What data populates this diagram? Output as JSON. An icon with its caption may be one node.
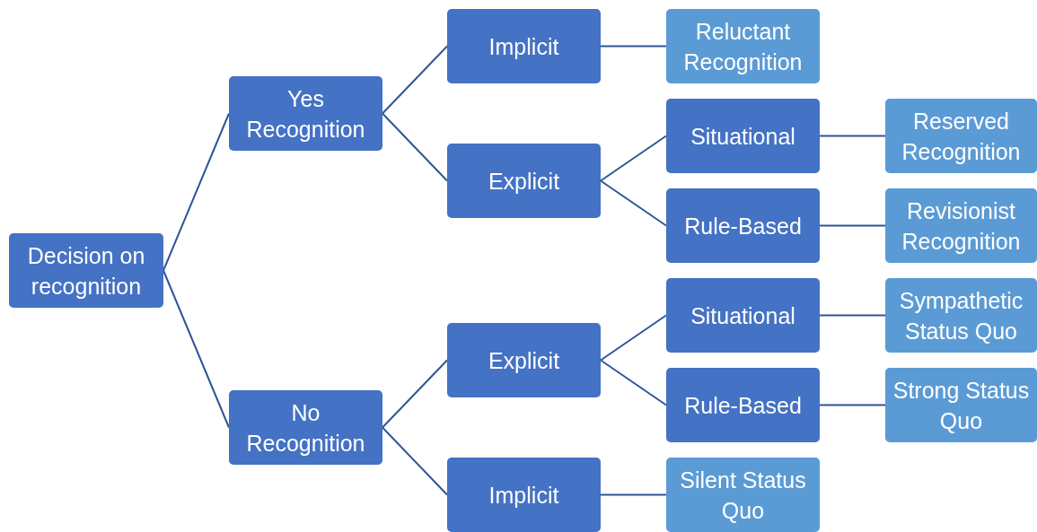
{
  "diagram": {
    "nodes": [
      {
        "text": [
          "Decision on recognition"
        ]
      },
      {
        "text": [
          "Yes Recognition"
        ]
      },
      {
        "text": [
          "No Recognition"
        ]
      },
      {
        "text": [
          "Implicit"
        ]
      },
      {
        "text": [
          "Explicit"
        ]
      },
      {
        "text": [
          "Explicit"
        ]
      },
      {
        "text": [
          "Implicit"
        ]
      },
      {
        "text": [
          "Reluctant Recognition"
        ]
      },
      {
        "text": [
          "Situational"
        ]
      },
      {
        "text": [
          "Rule-Based"
        ]
      },
      {
        "text": [
          "Situational"
        ]
      },
      {
        "text": [
          "Rule-Based"
        ]
      },
      {
        "text": [
          "Silent Status Quo"
        ]
      },
      {
        "text": [
          "Reserved Recognition"
        ]
      },
      {
        "text": [
          "Revisionist Recognition"
        ]
      },
      {
        "text": [
          "Sympathetic Status Quo"
        ]
      },
      {
        "text": [
          "Strong Status Quo"
        ]
      }
    ],
    "edges": [
      {
        "from": 0,
        "to": 1,
        "arrow": "none"
      },
      {
        "from": 0,
        "to": 2,
        "arrow": "none"
      },
      {
        "from": 1,
        "to": 3,
        "arrow": "none"
      },
      {
        "from": 1,
        "to": 4,
        "arrow": "none"
      },
      {
        "from": 2,
        "to": 5,
        "arrow": "none"
      },
      {
        "from": 2,
        "to": 6,
        "arrow": "none"
      },
      {
        "from": 3,
        "to": 7,
        "arrow": "none"
      },
      {
        "from": 4,
        "to": 8,
        "arrow": "none"
      },
      {
        "from": 4,
        "to": 9,
        "arrow": "none"
      },
      {
        "from": 5,
        "to": 10,
        "arrow": "none"
      },
      {
        "from": 5,
        "to": 11,
        "arrow": "none"
      },
      {
        "from": 6,
        "to": 12,
        "arrow": "none"
      },
      {
        "from": 8,
        "to": 13,
        "arrow": "none"
      },
      {
        "from": 9,
        "to": 14,
        "arrow": "none"
      },
      {
        "from": 10,
        "to": 15,
        "arrow": "none"
      },
      {
        "from": 11,
        "to": 16,
        "arrow": "none"
      }
    ]
  }
}
